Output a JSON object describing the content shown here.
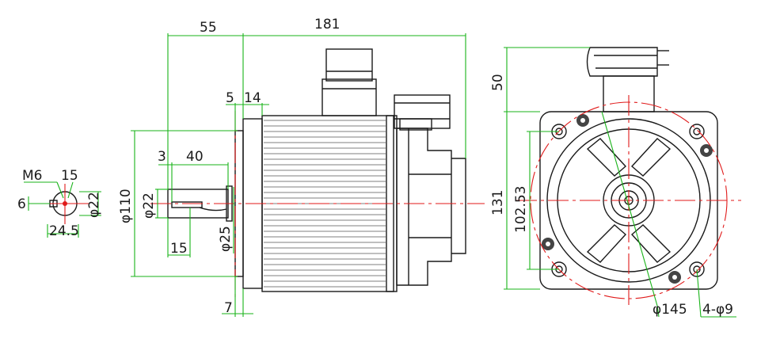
{
  "colors": {
    "outline": "#1a1a1a",
    "dimension": "#19b319",
    "centerline": "#e01a1a"
  },
  "dimensions": {
    "overall_length": "181",
    "shaft_length": "55",
    "flange_5": "5",
    "flange_14": "14",
    "key_offset": "3",
    "key_length": "40",
    "shaft_dia_side": "φ22",
    "flange_spigot": "φ110",
    "shaft_root": "φ25",
    "key_start": "15",
    "flange_thickness": "7",
    "end_thread": "M6",
    "end_15": "15",
    "end_6": "6",
    "end_dia": "φ22",
    "end_24_5": "24.5",
    "connector_height": "50",
    "frame_height": "131",
    "hole_spacing": "102.53",
    "pcd": "φ145",
    "mount_holes": "4-φ9"
  }
}
